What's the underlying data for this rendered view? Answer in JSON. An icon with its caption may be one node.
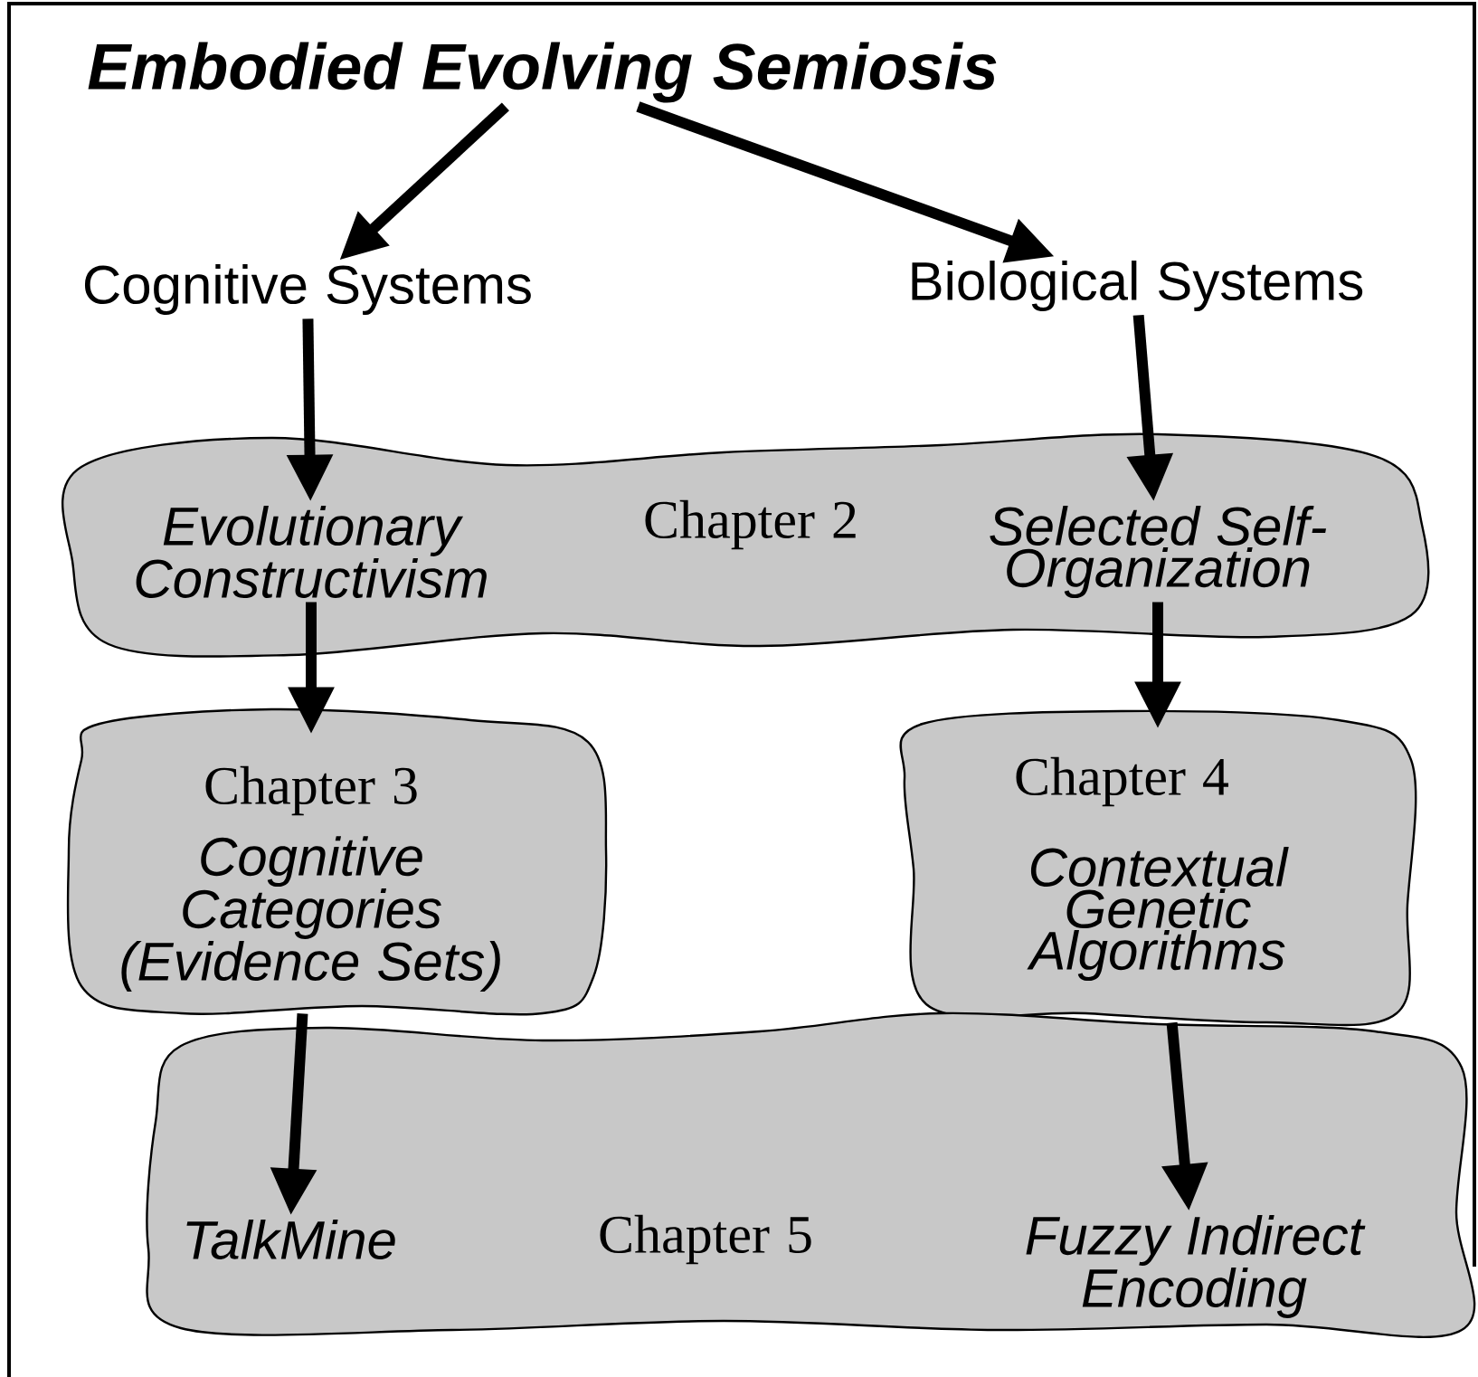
{
  "diagram": {
    "nodes": [
      {
        "text": [
          "Embodied Evolving Semiosis"
        ]
      },
      {
        "text": [
          "Cognitive Systems"
        ]
      },
      {
        "text": [
          "Biological Systems"
        ]
      },
      {
        "text": [
          "Chapter 2"
        ]
      },
      {
        "text": [
          "Evolutionary Constructivism"
        ],
        "in": 3
      },
      {
        "text": [
          "Selected Self-Organization"
        ],
        "in": 3
      },
      {
        "text": [
          "Chapter 3",
          "Cognitive Categories (Evidence Sets)"
        ]
      },
      {
        "text": [
          "Chapter 4",
          "Contextual Genetic Algorithms"
        ]
      },
      {
        "text": [
          "Chapter 5"
        ]
      },
      {
        "text": [
          "TalkMine"
        ],
        "in": 8
      },
      {
        "text": [
          "Fuzzy Indirect Encoding"
        ],
        "in": 8
      }
    ],
    "edges": [
      {
        "from": 0,
        "to": 1,
        "arrow": "to"
      },
      {
        "from": 0,
        "to": 2,
        "arrow": "to"
      },
      {
        "from": 1,
        "to": 4,
        "arrow": "to"
      },
      {
        "from": 2,
        "to": 5,
        "arrow": "to"
      },
      {
        "from": 4,
        "to": 6,
        "arrow": "to"
      },
      {
        "from": 5,
        "to": 7,
        "arrow": "to"
      },
      {
        "from": 6,
        "to": 9,
        "arrow": "to"
      },
      {
        "from": 7,
        "to": 10,
        "arrow": "to"
      }
    ]
  }
}
